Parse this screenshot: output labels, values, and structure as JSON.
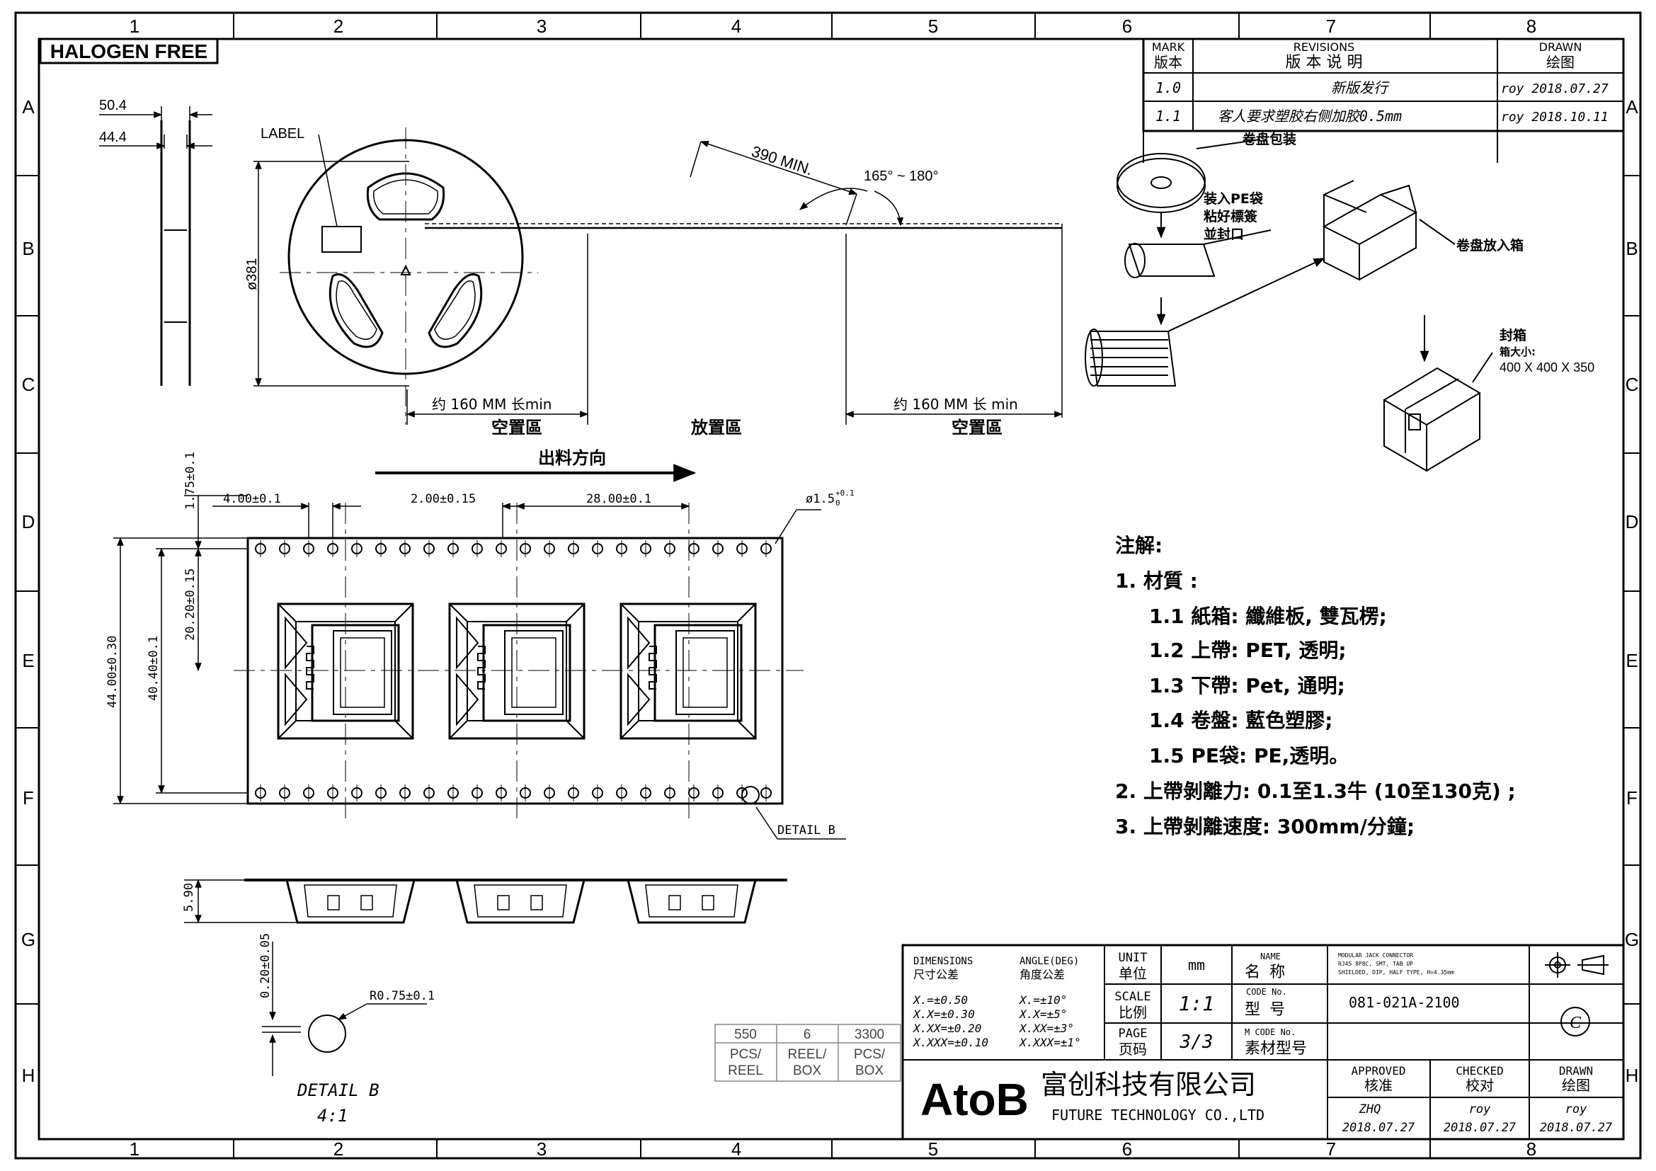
{
  "border": {
    "col_labels": [
      "1",
      "2",
      "3",
      "4",
      "5",
      "6",
      "7",
      "8"
    ],
    "row_labels": [
      "A",
      "B",
      "C",
      "D",
      "E",
      "F",
      "G",
      "H"
    ]
  },
  "badge": "HALOGEN FREE",
  "revisions": {
    "h_mark_en": "MARK",
    "h_mark_cn": "版本",
    "h_rev_en": "REVISIONS",
    "h_rev_cn": "版 本 说 明",
    "h_drawn_en": "DRAWN",
    "h_drawn_cn": "绘图",
    "rows": [
      {
        "mark": "1.0",
        "desc": "新版发行",
        "drawn": "roy 2018.07.27"
      },
      {
        "mark": "1.1",
        "desc": "客人要求塑胶右侧加胶0.5mm",
        "drawn": "roy 2018.10.11"
      }
    ]
  },
  "reel": {
    "dim_504": "50.4",
    "dim_444": "44.4",
    "label": "LABEL",
    "dia": "ø381",
    "min_len": "390 MIN.",
    "angle": "165° ~ 180°",
    "zone_left": "约 160 MM 长min",
    "zone_right": "约 160 MM 长 min",
    "empty_left": "空置區",
    "place": "放置區",
    "empty_right": "空置區",
    "direction": "出料方向"
  },
  "packing": {
    "reel_pack": "卷盘包装",
    "pe_bag_1": "装入PE袋",
    "pe_bag_2": "粘好標簽",
    "pe_bag_3": "並封口",
    "box_in": "卷盘放入箱",
    "seal": "封箱",
    "box_size_label": "箱大小:",
    "box_size": "400 X 400 X 350"
  },
  "tape": {
    "d175": "1.75±0.1",
    "d400": "4.00±0.1",
    "d200": "2.00±0.15",
    "d2800": "28.00±0.1",
    "hole": "ø1.5",
    "hole_tol": "+0.1",
    "hole_tol0": "0",
    "d2020": "20.20±0.15",
    "d4400": "44.00±0.30",
    "d4040": "40.40±0.1",
    "detail_b": "DETAIL B",
    "d590": "5.90",
    "d020": "0.20±0.05",
    "r075": "R0.75±0.1",
    "detail_b_title": "DETAIL B",
    "detail_b_scale": "4:1"
  },
  "notes": {
    "title": "注解:",
    "items": [
      "1. 材質 :",
      "1.1 紙箱: 纖維板, 雙瓦楞;",
      "1.2 上帶: PET, 透明;",
      "1.3 下帶: Pet, 通明;",
      "1.4 卷盤: 藍色塑膠;",
      "1.5 PE袋: PE,透明。",
      "2. 上帶剝離力: 0.1至1.3牛 (10至130克) ;",
      "3. 上帶剝離速度: 300mm/分鐘;"
    ]
  },
  "qty": {
    "values": [
      "550",
      "6",
      "3300"
    ],
    "units": [
      [
        "PCS/",
        "REEL"
      ],
      [
        "REEL/",
        "BOX"
      ],
      [
        "PCS/",
        "BOX"
      ]
    ]
  },
  "title_block": {
    "dim_en": "DIMENSIONS",
    "dim_cn": "尺寸公差",
    "ang_en": "ANGLE(DEG)",
    "ang_cn": "角度公差",
    "tol_dim": [
      "X.=±0.50",
      "X.X=±0.30",
      "X.XX=±0.20",
      "X.XXX=±0.10"
    ],
    "tol_ang": [
      "X.=±10°",
      "X.X=±5°",
      "X.XX=±3°",
      "X.XXX=±1°"
    ],
    "unit_en": "UNIT",
    "unit_cn": "单位",
    "unit_val": "mm",
    "scale_en": "SCALE",
    "scale_cn": "比例",
    "scale_val": "1:1",
    "page_en": "PAGE",
    "page_cn": "页码",
    "page_val": "3/3",
    "name_en": "NAME",
    "name_cn": "名 称",
    "name_val_1": "MODULAR JACK CONNECTOR",
    "name_val_2": "RJ45 8P8C, SMT, TAB UP",
    "name_val_3": "SHIELDED, DIP, HALF TYPE, H=4.35mm",
    "code_en": "CODE No.",
    "code_cn": "型 号",
    "code_val": "081-021A-2100",
    "mcode_en": "M CODE No.",
    "mcode_cn": "素材型号",
    "copyright": "C",
    "logo": "AtoB",
    "company_cn": "富创科技有限公司",
    "company_en": "FUTURE TECHNOLOGY CO.,LTD",
    "approved_en": "APPROVED",
    "approved_cn": "核准",
    "approved_by": "ZHQ",
    "approved_date": "2018.07.27",
    "checked_en": "CHECKED",
    "checked_cn": "校对",
    "checked_by": "roy",
    "checked_date": "2018.07.27",
    "drawn_en": "DRAWN",
    "drawn_cn": "绘图",
    "drawn_by": "roy",
    "drawn_date": "2018.07.27"
  }
}
